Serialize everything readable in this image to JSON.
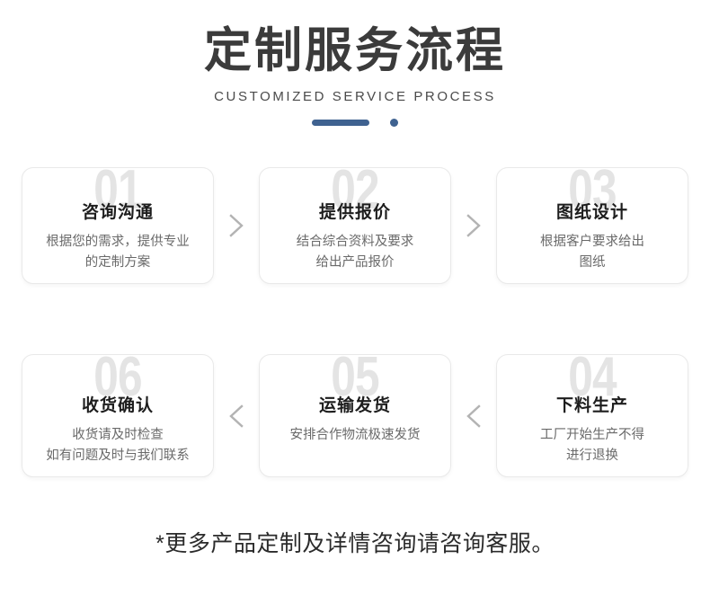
{
  "header": {
    "title": "定制服务流程",
    "subtitle": "CUSTOMIZED SERVICE PROCESS",
    "accent_color": "#3f6290"
  },
  "flow": {
    "row_one": [
      {
        "number": "01",
        "title": "咨询沟通",
        "desc_lines": [
          "根据您的需求，提供专业",
          "的定制方案"
        ]
      },
      {
        "number": "02",
        "title": "提供报价",
        "desc_lines": [
          "结合综合资料及要求",
          "给出产品报价"
        ]
      },
      {
        "number": "03",
        "title": "图纸设计",
        "desc_lines": [
          "根据客户要求给出",
          "图纸"
        ]
      }
    ],
    "row_two": [
      {
        "number": "06",
        "title": "收货确认",
        "desc_lines": [
          "收货请及时检查",
          "如有问题及时与我们联系"
        ]
      },
      {
        "number": "05",
        "title": "运输发货",
        "desc_lines": [
          "安排合作物流极速发货",
          ""
        ]
      },
      {
        "number": "04",
        "title": "下料生产",
        "desc_lines": [
          "工厂开始生产不得",
          "进行退换"
        ]
      }
    ],
    "connectors": {
      "row_one_arrow": "chevron-right",
      "row_two_arrow": "chevron-left",
      "row_link_arrow": "chevron-down"
    }
  },
  "footer": {
    "note": "*更多产品定制及详情咨询请咨询客服。"
  }
}
